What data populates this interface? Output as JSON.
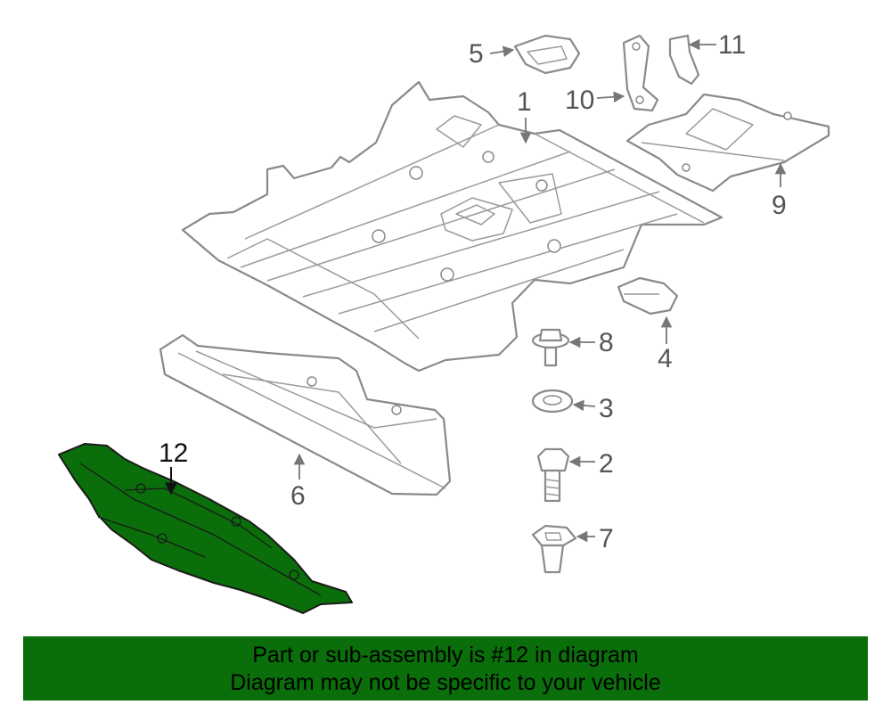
{
  "callouts": {
    "c1": "1",
    "c2": "2",
    "c3": "3",
    "c4": "4",
    "c5": "5",
    "c6": "6",
    "c7": "7",
    "c8": "8",
    "c9": "9",
    "c10": "10",
    "c11": "11",
    "c12": "12"
  },
  "highlight_color": "#0a6e0a",
  "banner": {
    "line1": "Part or sub-assembly is #12 in diagram",
    "line2": "Diagram may not be specific to your vehicle"
  }
}
